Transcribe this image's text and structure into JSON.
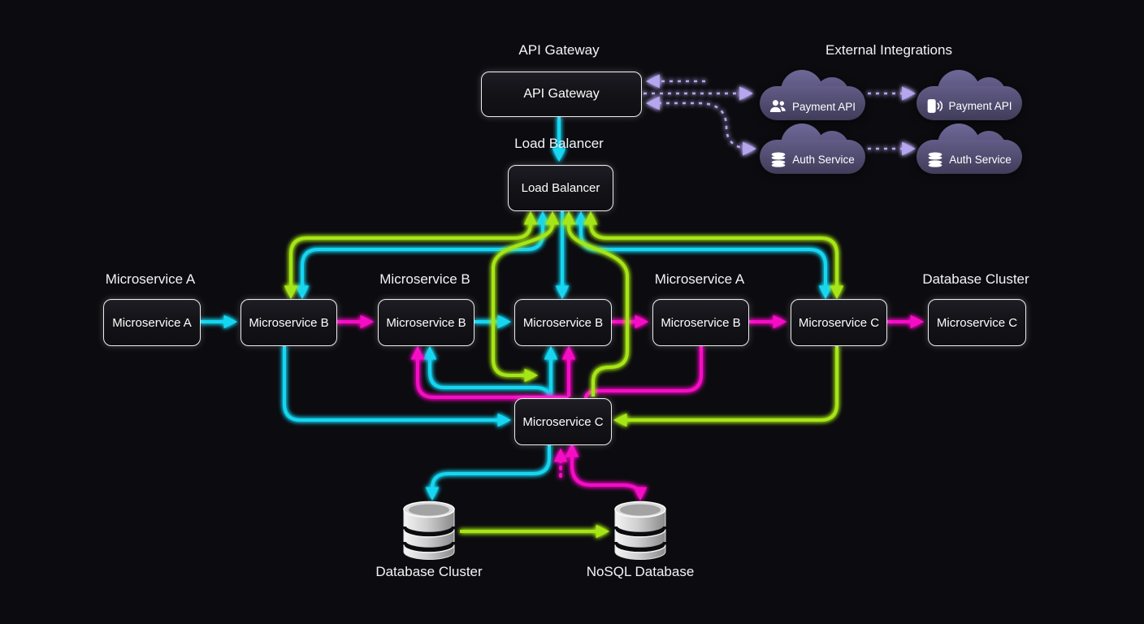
{
  "colors": {
    "background": "#0c0c10",
    "cyan": "#19d6f2",
    "magenta": "#f511c4",
    "lime": "#a6e617",
    "lavender": "#b6a6ee",
    "node_border": "#ededf0",
    "cloud_fill_top": "#6e6898",
    "cloud_fill_bottom": "#403c59"
  },
  "nodes": {
    "api_gateway": {
      "title": "API Gateway",
      "label": "API Gateway"
    },
    "load_balancer": {
      "title": "Load Balancer",
      "label": "Load Balancer"
    },
    "row": [
      {
        "title": "Microservice A",
        "label": "Microservice A"
      },
      {
        "title": "",
        "label": "Microservice B"
      },
      {
        "title": "Microservice B",
        "label": "Microservice B"
      },
      {
        "title": "",
        "label": "Microservice B"
      },
      {
        "title": "Microservice A",
        "label": "Microservice B"
      },
      {
        "title": "",
        "label": "Microservice C"
      },
      {
        "title": "Database Cluster",
        "label": "Microservice C"
      }
    ],
    "hub": {
      "label": "Microservice C"
    },
    "databases": [
      {
        "label": "Database Cluster"
      },
      {
        "label": "NoSQL Database"
      }
    ]
  },
  "external": {
    "title": "External Integrations",
    "clouds": [
      {
        "label": "Payment API",
        "icon": "users-icon"
      },
      {
        "label": "Payment API",
        "icon": "contactless-payment-icon"
      },
      {
        "label": "Auth Service",
        "icon": "database-icon"
      },
      {
        "label": "Auth Service",
        "icon": "database-icon"
      }
    ]
  }
}
